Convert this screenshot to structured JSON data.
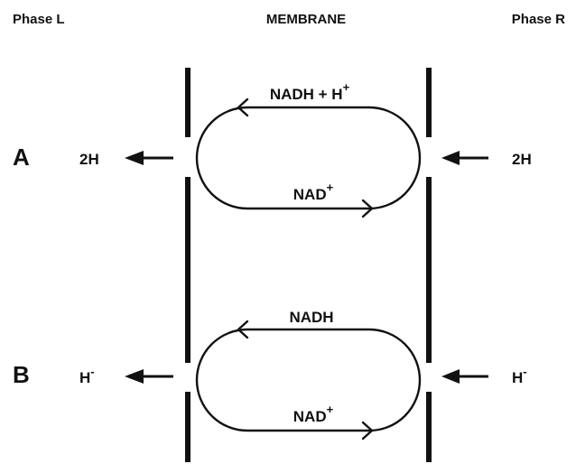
{
  "headers": {
    "phase_left": "Phase L",
    "membrane": "MEMBRANE",
    "phase_right": "Phase R"
  },
  "rows": [
    {
      "label": "A",
      "left_species": {
        "base": "2H",
        "sup": ""
      },
      "right_species": {
        "base": "2H",
        "sup": ""
      },
      "top_label": {
        "base": "NADH + H",
        "sup": "+"
      },
      "bottom_label": {
        "base": "NAD",
        "sup": "+"
      }
    },
    {
      "label": "B",
      "left_species": {
        "base": "H",
        "sup": "-"
      },
      "right_species": {
        "base": "H",
        "sup": "-"
      },
      "top_label": {
        "base": "NADH",
        "sup": ""
      },
      "bottom_label": {
        "base": "NAD",
        "sup": "+"
      }
    }
  ],
  "colors": {
    "ink": "#111111",
    "background": "#ffffff"
  }
}
